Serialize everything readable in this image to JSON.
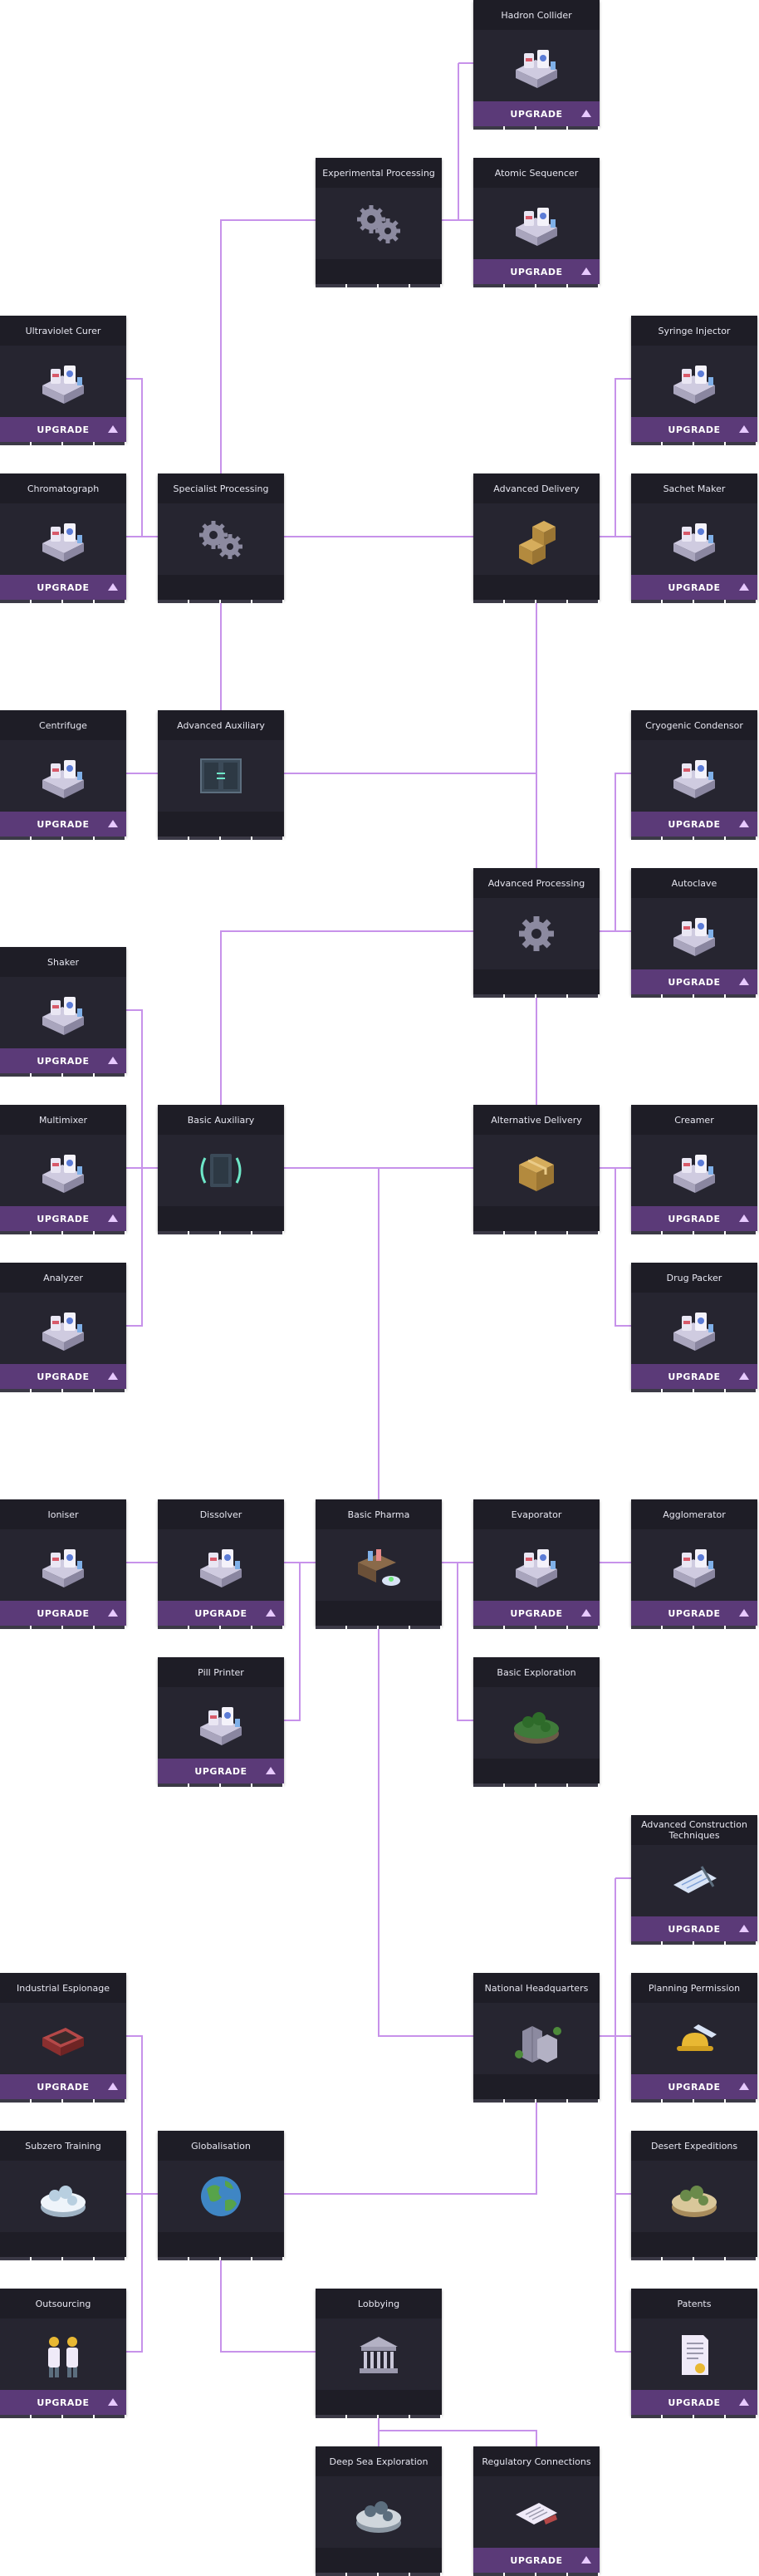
{
  "colors": {
    "connector": "#c792ea",
    "card": "#1e1d26",
    "button": "#5b3a78"
  },
  "ui": {
    "upgrade_label": "UPGRADE"
  },
  "nodes": [
    {
      "id": "hadron",
      "title": "Hadron Collider",
      "icon": "collider-machine-icon",
      "upgrade": true
    },
    {
      "id": "expproc",
      "title": "Experimental Processing",
      "icon": "gears-icon",
      "upgrade": false
    },
    {
      "id": "atomic",
      "title": "Atomic Sequencer",
      "icon": "sequencer-machine-icon",
      "upgrade": true
    },
    {
      "id": "uvcurer",
      "title": "Ultraviolet Curer",
      "icon": "curer-machine-icon",
      "upgrade": true
    },
    {
      "id": "syringe",
      "title": "Syringe Injector",
      "icon": "injector-machine-icon",
      "upgrade": true
    },
    {
      "id": "chroma",
      "title": "Chromatograph",
      "icon": "chromatograph-machine-icon",
      "upgrade": true
    },
    {
      "id": "specproc",
      "title": "Specialist Processing",
      "icon": "gears-icon",
      "upgrade": false
    },
    {
      "id": "advdel",
      "title": "Advanced Delivery",
      "icon": "boxes-icon",
      "upgrade": false
    },
    {
      "id": "sachet",
      "title": "Sachet Maker",
      "icon": "sachet-machine-icon",
      "upgrade": true
    },
    {
      "id": "centrifuge",
      "title": "Centrifuge",
      "icon": "centrifuge-machine-icon",
      "upgrade": true
    },
    {
      "id": "advaux",
      "title": "Advanced Auxiliary",
      "icon": "auxiliary-panel-icon",
      "upgrade": false
    },
    {
      "id": "cryo",
      "title": "Cryogenic Condensor",
      "icon": "condensor-machine-icon",
      "upgrade": true
    },
    {
      "id": "advproc",
      "title": "Advanced Processing",
      "icon": "gear-icon",
      "upgrade": false
    },
    {
      "id": "autoclave",
      "title": "Autoclave",
      "icon": "autoclave-machine-icon",
      "upgrade": true
    },
    {
      "id": "shaker",
      "title": "Shaker",
      "icon": "shaker-machine-icon",
      "upgrade": true
    },
    {
      "id": "multimixer",
      "title": "Multimixer",
      "icon": "mixer-machine-icon",
      "upgrade": true
    },
    {
      "id": "basicaux",
      "title": "Basic Auxiliary",
      "icon": "auxiliary-block-icon",
      "upgrade": false
    },
    {
      "id": "altdel",
      "title": "Alternative Delivery",
      "icon": "box-icon",
      "upgrade": false
    },
    {
      "id": "creamer",
      "title": "Creamer",
      "icon": "creamer-machine-icon",
      "upgrade": true
    },
    {
      "id": "analyzer",
      "title": "Analyzer",
      "icon": "analyzer-machine-icon",
      "upgrade": true
    },
    {
      "id": "drugpacker",
      "title": "Drug Packer",
      "icon": "packer-machine-icon",
      "upgrade": true
    },
    {
      "id": "ioniser",
      "title": "Ioniser",
      "icon": "ioniser-machine-icon",
      "upgrade": true
    },
    {
      "id": "dissolver",
      "title": "Dissolver",
      "icon": "dissolver-machine-icon",
      "upgrade": true
    },
    {
      "id": "basicpharma",
      "title": "Basic Pharma",
      "icon": "pharma-bench-icon",
      "upgrade": false
    },
    {
      "id": "evaporator",
      "title": "Evaporator",
      "icon": "evaporator-machine-icon",
      "upgrade": true
    },
    {
      "id": "agglomerator",
      "title": "Agglomerator",
      "icon": "agglomerator-machine-icon",
      "upgrade": true
    },
    {
      "id": "pillprinter",
      "title": "Pill Printer",
      "icon": "printer-machine-icon",
      "upgrade": true
    },
    {
      "id": "basicexp",
      "title": "Basic Exploration",
      "icon": "forest-island-icon",
      "upgrade": false
    },
    {
      "id": "advconst",
      "title": "Advanced Construction Techniques",
      "icon": "blueprint-icon",
      "upgrade": true
    },
    {
      "id": "espionage",
      "title": "Industrial Espionage",
      "icon": "briefcase-icon",
      "upgrade": true
    },
    {
      "id": "nathq",
      "title": "National Headquarters",
      "icon": "headquarters-building-icon",
      "upgrade": false
    },
    {
      "id": "planning",
      "title": "Planning Permission",
      "icon": "hardhat-plans-icon",
      "upgrade": true
    },
    {
      "id": "subzero",
      "title": "Subzero Training",
      "icon": "snow-island-icon",
      "upgrade": false
    },
    {
      "id": "globalisation",
      "title": "Globalisation",
      "icon": "globe-icon",
      "upgrade": false
    },
    {
      "id": "desert",
      "title": "Desert Expeditions",
      "icon": "desert-island-icon",
      "upgrade": false
    },
    {
      "id": "outsourcing",
      "title": "Outsourcing",
      "icon": "workers-icon",
      "upgrade": true
    },
    {
      "id": "lobbying",
      "title": "Lobbying",
      "icon": "capitol-building-icon",
      "upgrade": false
    },
    {
      "id": "patents",
      "title": "Patents",
      "icon": "patent-document-icon",
      "upgrade": true
    },
    {
      "id": "deepsea",
      "title": "Deep Sea Exploration",
      "icon": "seabed-island-icon",
      "upgrade": false
    },
    {
      "id": "regulatory",
      "title": "Regulatory Connections",
      "icon": "signed-document-icon",
      "upgrade": true
    }
  ]
}
